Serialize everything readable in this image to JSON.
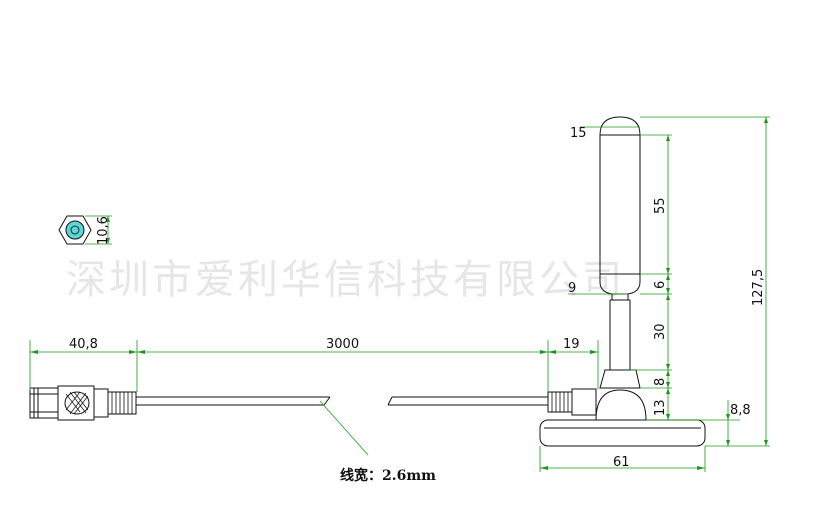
{
  "watermark": "深圳市爱利华信科技有限公司",
  "dimensions": {
    "tip_width": "15",
    "whip_length": "55",
    "neck_width": "9",
    "taper": "6",
    "mast_length": "30",
    "joint": "8",
    "base_stem": "13",
    "total_height": "127,5",
    "base_height": "8,8",
    "base_diameter": "61",
    "connector_length": "40,8",
    "cable_length": "3000",
    "strain_relief": "19",
    "hex_size": "10,6"
  },
  "cable_note": "线宽：2.6mm",
  "colors": {
    "outline": "#111111",
    "dimension": "#1a9a1a",
    "hex_fill": "#5bd6d6",
    "watermark": "#e6e6e6"
  }
}
